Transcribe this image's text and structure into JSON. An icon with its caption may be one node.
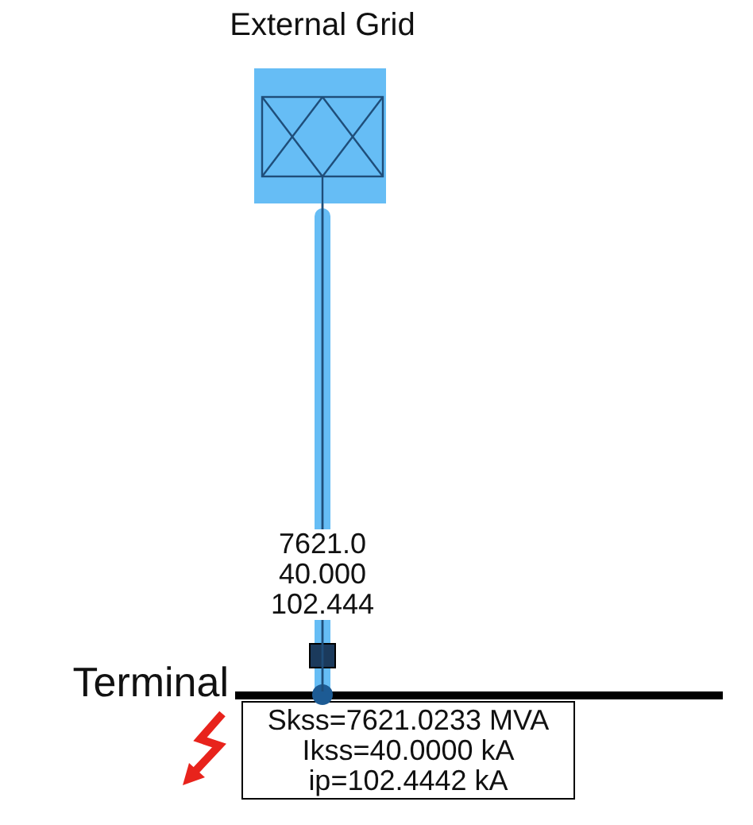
{
  "diagram": {
    "nodes": [
      {
        "text": [
          "External Grid"
        ]
      },
      {
        "text": [
          "Terminal"
        ]
      },
      {
        "text": [
          "Skss=7621.0233 MVA",
          "Ikss=40.0000 kA",
          "ip=102.4442 kA"
        ]
      }
    ],
    "edges": [
      {
        "from": 0,
        "to": 1,
        "arrow": "none",
        "label": "7621.0 40.000 102.444"
      }
    ]
  }
}
